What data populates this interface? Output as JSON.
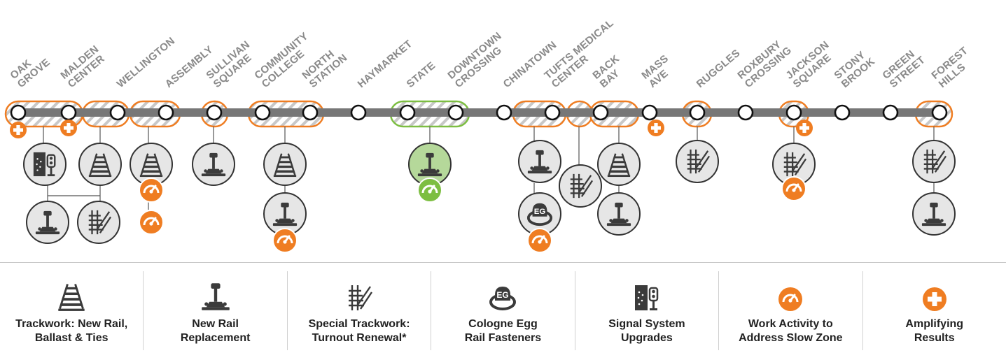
{
  "stations": [
    {
      "label": [
        "OAK",
        "GROVE"
      ]
    },
    {
      "label": [
        "MALDEN",
        "CENTER"
      ]
    },
    {
      "label": [
        "WELLINGTON"
      ]
    },
    {
      "label": [
        "ASSEMBLY"
      ]
    },
    {
      "label": [
        "SULLIVAN",
        "SQUARE"
      ]
    },
    {
      "label": [
        "COMMUNITY",
        "COLLEGE"
      ]
    },
    {
      "label": [
        "NORTH",
        "STATION"
      ]
    },
    {
      "label": [
        "HAYMARKET"
      ]
    },
    {
      "label": [
        "STATE"
      ]
    },
    {
      "label": [
        "DOWNTOWN",
        "CROSSING"
      ]
    },
    {
      "label": [
        "CHINATOWN"
      ]
    },
    {
      "label": [
        "TUFTS MEDICAL",
        "CENTER"
      ]
    },
    {
      "label": [
        "BACK",
        "BAY"
      ]
    },
    {
      "label": [
        "MASS",
        "AVE"
      ]
    },
    {
      "label": [
        "RUGGLES"
      ]
    },
    {
      "label": [
        "ROXBURY",
        "CROSSING"
      ]
    },
    {
      "label": [
        "JACKSON",
        "SQUARE"
      ]
    },
    {
      "label": [
        "STONY",
        "BROOK"
      ]
    },
    {
      "label": [
        "GREEN",
        "STREET"
      ]
    },
    {
      "label": [
        "FOREST",
        "HILLS"
      ]
    }
  ],
  "work_groups": [
    {
      "stations": [
        "OAK GROVE",
        "MALDEN CENTER"
      ],
      "status": "orange",
      "work": [
        "signal-system-upgrades",
        "new-rail-replacement",
        "special-trackwork"
      ]
    },
    {
      "stations": [
        "WELLINGTON"
      ],
      "status": "orange",
      "work": [
        "trackwork-new-rail-ballast-ties"
      ]
    },
    {
      "stations": [
        "ASSEMBLY"
      ],
      "status": "orange",
      "work": [
        "trackwork-new-rail-ballast-ties",
        "slow-zone-work",
        "slow-zone-work"
      ]
    },
    {
      "stations": [
        "SULLIVAN SQUARE"
      ],
      "status": "orange",
      "work": [
        "new-rail-replacement"
      ]
    },
    {
      "stations": [
        "COMMUNITY COLLEGE",
        "NORTH STATION"
      ],
      "status": "orange",
      "work": [
        "trackwork-new-rail-ballast-ties",
        "new-rail-replacement",
        "slow-zone-work"
      ]
    },
    {
      "stations": [
        "STATE",
        "DOWNTOWN CROSSING"
      ],
      "status": "green",
      "work": [
        "new-rail-replacement",
        "slow-zone-work"
      ]
    },
    {
      "stations": [
        "CHINATOWN",
        "TUFTS MEDICAL CENTER"
      ],
      "status": "orange",
      "work": [
        "new-rail-replacement",
        "cologne-egg-rail-fasteners",
        "slow-zone-work"
      ]
    },
    {
      "stations": [
        "TUFTS MEDICAL CENTER",
        "BACK BAY"
      ],
      "status": "orange",
      "work": [
        "special-trackwork"
      ]
    },
    {
      "stations": [
        "BACK BAY",
        "MASS AVE"
      ],
      "status": "orange",
      "work": [
        "trackwork-new-rail-ballast-ties",
        "new-rail-replacement"
      ]
    },
    {
      "stations": [
        "RUGGLES"
      ],
      "status": "orange",
      "work": [
        "special-trackwork"
      ]
    },
    {
      "stations": [
        "JACKSON SQUARE"
      ],
      "status": "orange",
      "work": [
        "special-trackwork",
        "slow-zone-work"
      ]
    },
    {
      "stations": [
        "FOREST HILLS"
      ],
      "status": "orange",
      "work": [
        "special-trackwork",
        "new-rail-replacement"
      ]
    }
  ],
  "amplifying_results_at": [
    "OAK GROVE",
    "MALDEN CENTER",
    "MASS AVE",
    "JACKSON SQUARE"
  ],
  "legend": [
    {
      "key": "trackwork",
      "icon": "trackwork-icon",
      "line1": "Trackwork: New Rail,",
      "line2": "Ballast & Ties"
    },
    {
      "key": "rail",
      "icon": "new-rail-icon",
      "line1": "New Rail",
      "line2": "Replacement"
    },
    {
      "key": "special",
      "icon": "turnout-icon",
      "line1": "Special Trackwork:",
      "line2": "Turnout Renewal*"
    },
    {
      "key": "cologne",
      "icon": "cologne-egg-icon",
      "line1": "Cologne Egg",
      "line2": "Rail Fasteners"
    },
    {
      "key": "signal",
      "icon": "signal-icon",
      "line1": "Signal System",
      "line2": "Upgrades"
    },
    {
      "key": "slowzone",
      "icon": "speedometer-icon",
      "line1": "Work Activity to",
      "line2": "Address Slow Zone"
    },
    {
      "key": "amplify",
      "icon": "plus-icon",
      "line1": "Amplifying",
      "line2": "Results"
    }
  ],
  "colors": {
    "line": "#777777",
    "orange": "#ef7d22",
    "green": "#7dbe42",
    "icon_fill": "#e6e6e6",
    "icon_dark": "#3b3b3b"
  }
}
